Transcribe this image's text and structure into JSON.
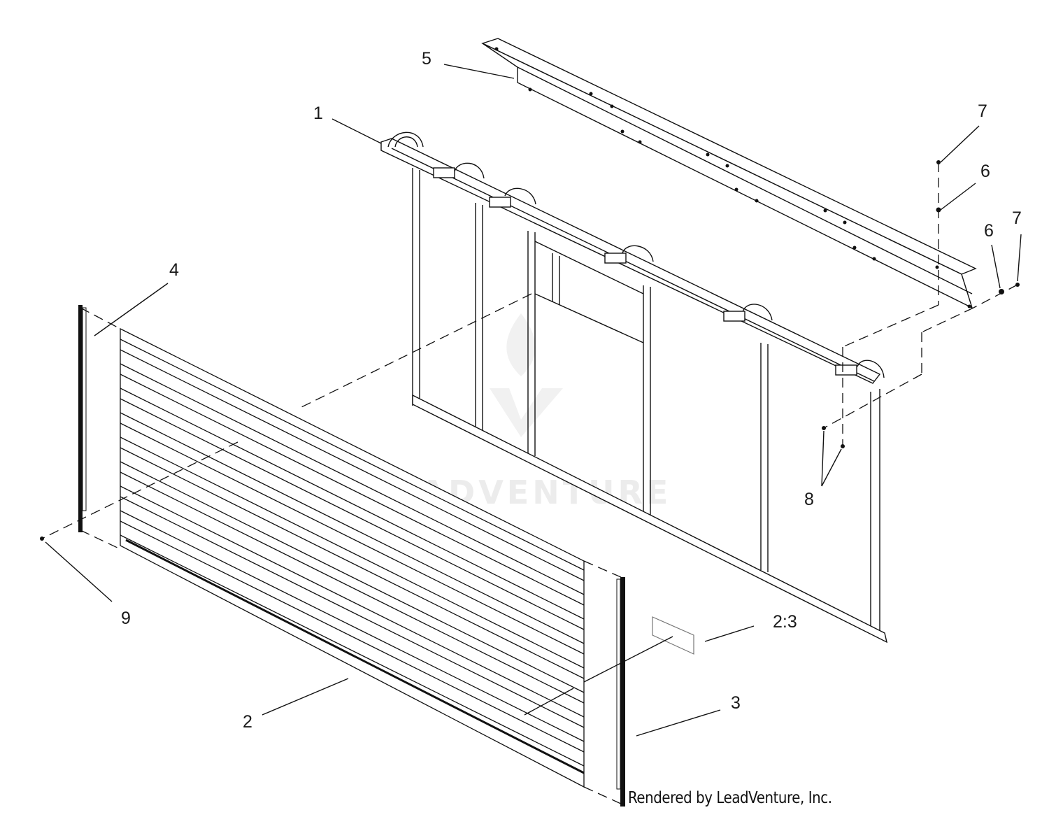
{
  "diagram": {
    "watermark_text": "LEADVENTURE",
    "callouts": [
      {
        "id": "c1",
        "label": "1"
      },
      {
        "id": "c5",
        "label": "5"
      },
      {
        "id": "c7a",
        "label": "7"
      },
      {
        "id": "c6a",
        "label": "6"
      },
      {
        "id": "c6b",
        "label": "6"
      },
      {
        "id": "c7b",
        "label": "7"
      },
      {
        "id": "c4",
        "label": "4"
      },
      {
        "id": "c8",
        "label": "8"
      },
      {
        "id": "c9",
        "label": "9"
      },
      {
        "id": "c23",
        "label": "2:3"
      },
      {
        "id": "c2",
        "label": "2"
      },
      {
        "id": "c3",
        "label": "3"
      }
    ],
    "credit": "Rendered by LeadVenture, Inc."
  }
}
